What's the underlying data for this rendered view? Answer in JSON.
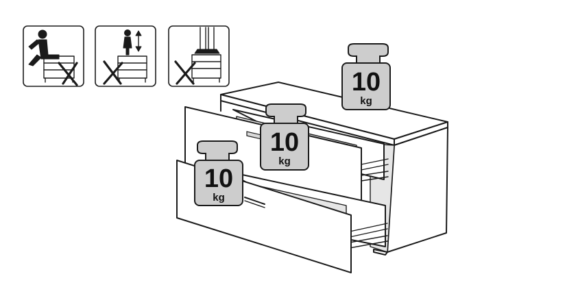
{
  "weights": [
    {
      "id": "top",
      "value": "10",
      "unit": "kg"
    },
    {
      "id": "upper-drawer",
      "value": "10",
      "unit": "kg"
    },
    {
      "id": "lower-drawer",
      "value": "10",
      "unit": "kg"
    }
  ],
  "warning_icons": [
    {
      "name": "no-sitting-icon"
    },
    {
      "name": "no-climbing-icon"
    },
    {
      "name": "no-standing-icon"
    }
  ],
  "colors": {
    "line": "#1a1a1a",
    "weight_fill": "#cdcdcd",
    "background": "#ffffff"
  }
}
